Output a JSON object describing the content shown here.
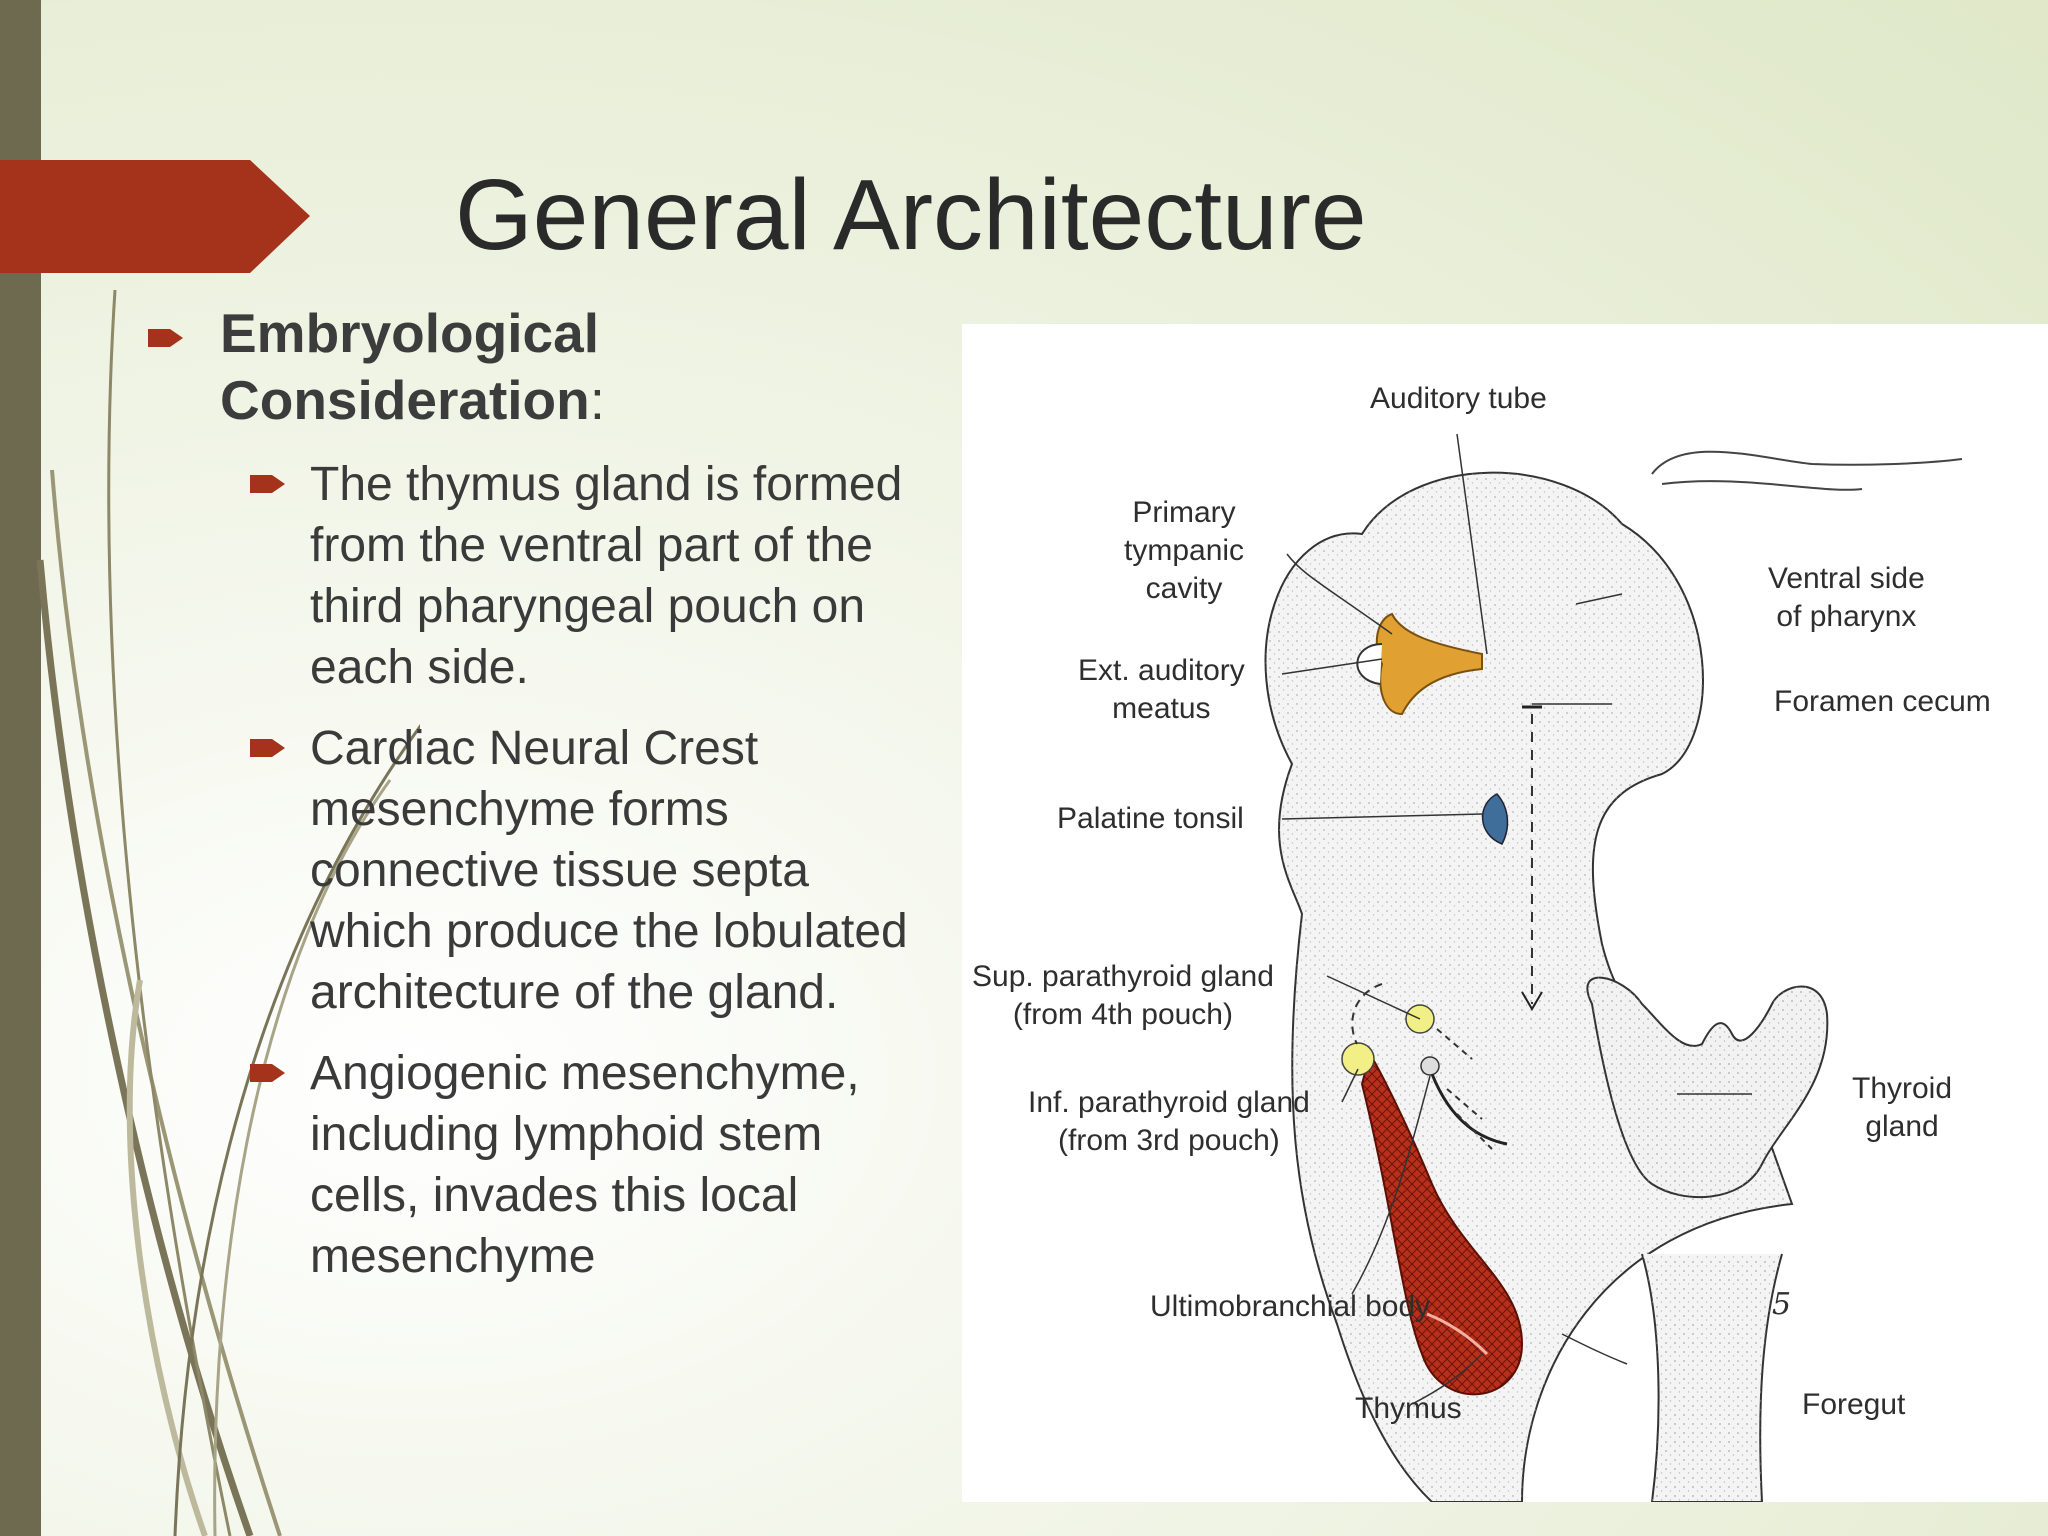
{
  "slide": {
    "title": "General Architecture",
    "accent_color": "#a5321a",
    "bar_color": "#6d6a50"
  },
  "content": {
    "heading": "Embryological Consideration",
    "heading_suffix": ":",
    "bullets": [
      "The thymus gland is formed from the ventral part of the third pharyngeal pouch on each side.",
      "Cardiac Neural Crest mesenchyme forms connective tissue septa which produce the lobulated architecture of the gland.",
      "Angiogenic mesenchyme, including lymphoid stem cells, invades this local mesenchyme"
    ]
  },
  "figure": {
    "labels": {
      "auditory_tube": "Auditory tube",
      "primary_tympanic_cavity": "Primary\ntympanic\ncavity",
      "ventral_side_of_pharynx": "Ventral side\nof pharynx",
      "ext_auditory_meatus": "Ext. auditory\nmeatus",
      "foramen_cecum": "Foramen cecum",
      "palatine_tonsil": "Palatine tonsil",
      "sup_parathyroid": "Sup. parathyroid gland\n(from 4th pouch)",
      "inf_parathyroid": "Inf. parathyroid gland\n(from 3rd pouch)",
      "thyroid_gland": "Thyroid\ngland",
      "ultimobranchial_body": "Ultimobranchial body",
      "thymus": "Thymus",
      "foregut": "Foregut",
      "page_mark": "5"
    },
    "colors": {
      "tympanic": "#e0a032",
      "tonsil": "#3f6e9a",
      "parathyroid": "#f1ef86",
      "thymus": "#b8301c"
    }
  }
}
